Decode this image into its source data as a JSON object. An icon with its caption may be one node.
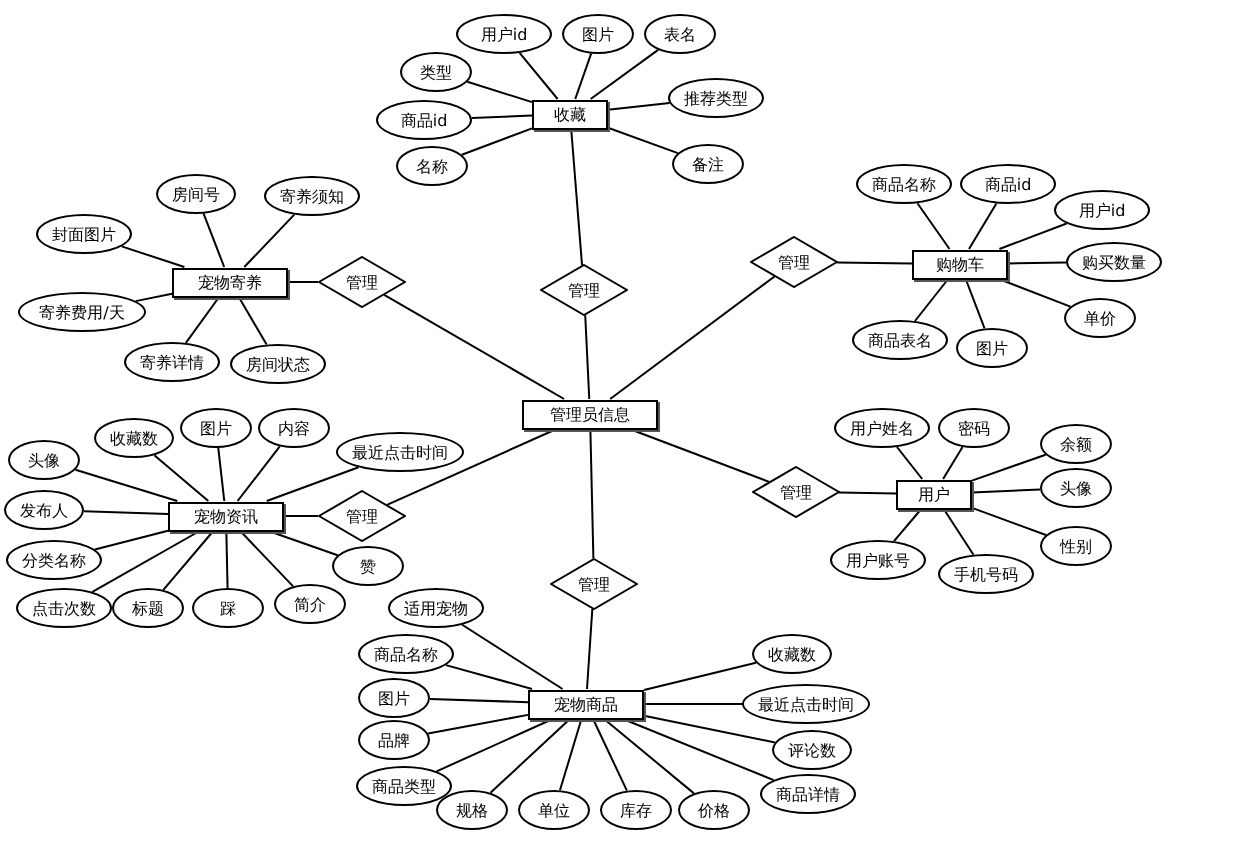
{
  "diagram": {
    "nodes": [
      {
        "text": [
          "管理员信息"
        ]
      },
      {
        "text": [
          "管理"
        ]
      },
      {
        "text": [
          "收藏"
        ]
      },
      {
        "text": [
          "类型"
        ]
      },
      {
        "text": [
          "用户id"
        ]
      },
      {
        "text": [
          "图片"
        ]
      },
      {
        "text": [
          "表名"
        ]
      },
      {
        "text": [
          "商品id"
        ]
      },
      {
        "text": [
          "推荐类型"
        ]
      },
      {
        "text": [
          "名称"
        ]
      },
      {
        "text": [
          "备注"
        ]
      },
      {
        "text": [
          "管理"
        ]
      },
      {
        "text": [
          "购物车"
        ]
      },
      {
        "text": [
          "商品名称"
        ]
      },
      {
        "text": [
          "商品id"
        ]
      },
      {
        "text": [
          "用户id"
        ]
      },
      {
        "text": [
          "购买数量"
        ]
      },
      {
        "text": [
          "单价"
        ]
      },
      {
        "text": [
          "商品表名"
        ]
      },
      {
        "text": [
          "图片"
        ]
      },
      {
        "text": [
          "管理"
        ]
      },
      {
        "text": [
          "宠物寄养"
        ]
      },
      {
        "text": [
          "房间号"
        ]
      },
      {
        "text": [
          "寄养须知"
        ]
      },
      {
        "text": [
          "封面图片"
        ]
      },
      {
        "text": [
          "寄养费用/天"
        ]
      },
      {
        "text": [
          "寄养详情"
        ]
      },
      {
        "text": [
          "房间状态"
        ]
      },
      {
        "text": [
          "管理"
        ]
      },
      {
        "text": [
          "宠物资讯"
        ]
      },
      {
        "text": [
          "头像"
        ]
      },
      {
        "text": [
          "收藏数"
        ]
      },
      {
        "text": [
          "图片"
        ]
      },
      {
        "text": [
          "内容"
        ]
      },
      {
        "text": [
          "最近点击时间"
        ]
      },
      {
        "text": [
          "发布人"
        ]
      },
      {
        "text": [
          "分类名称"
        ]
      },
      {
        "text": [
          "点击次数"
        ]
      },
      {
        "text": [
          "标题"
        ]
      },
      {
        "text": [
          "踩"
        ]
      },
      {
        "text": [
          "简介"
        ]
      },
      {
        "text": [
          "赞"
        ]
      },
      {
        "text": [
          "管理"
        ]
      },
      {
        "text": [
          "用户"
        ]
      },
      {
        "text": [
          "用户姓名"
        ]
      },
      {
        "text": [
          "密码"
        ]
      },
      {
        "text": [
          "余额"
        ]
      },
      {
        "text": [
          "头像"
        ]
      },
      {
        "text": [
          "性别"
        ]
      },
      {
        "text": [
          "用户账号"
        ]
      },
      {
        "text": [
          "手机号码"
        ]
      },
      {
        "text": [
          "管理"
        ]
      },
      {
        "text": [
          "宠物商品"
        ]
      },
      {
        "text": [
          "适用宠物"
        ]
      },
      {
        "text": [
          "商品名称"
        ]
      },
      {
        "text": [
          "图片"
        ]
      },
      {
        "text": [
          "品牌"
        ]
      },
      {
        "text": [
          "商品类型"
        ]
      },
      {
        "text": [
          "规格"
        ]
      },
      {
        "text": [
          "单位"
        ]
      },
      {
        "text": [
          "库存"
        ]
      },
      {
        "text": [
          "价格"
        ]
      },
      {
        "text": [
          "商品详情"
        ]
      },
      {
        "text": [
          "评论数"
        ]
      },
      {
        "text": [
          "最近点击时间"
        ]
      },
      {
        "text": [
          "收藏数"
        ]
      }
    ],
    "edges": [
      {
        "from": 0,
        "to": 1,
        "arrow": "none"
      },
      {
        "from": 1,
        "to": 2,
        "arrow": "none"
      },
      {
        "from": 2,
        "to": 3,
        "arrow": "none"
      },
      {
        "from": 2,
        "to": 4,
        "arrow": "none"
      },
      {
        "from": 2,
        "to": 5,
        "arrow": "none"
      },
      {
        "from": 2,
        "to": 6,
        "arrow": "none"
      },
      {
        "from": 2,
        "to": 7,
        "arrow": "none"
      },
      {
        "from": 2,
        "to": 8,
        "arrow": "none"
      },
      {
        "from": 2,
        "to": 9,
        "arrow": "none"
      },
      {
        "from": 2,
        "to": 10,
        "arrow": "none"
      },
      {
        "from": 0,
        "to": 11,
        "arrow": "none"
      },
      {
        "from": 11,
        "to": 12,
        "arrow": "none"
      },
      {
        "from": 12,
        "to": 13,
        "arrow": "none"
      },
      {
        "from": 12,
        "to": 14,
        "arrow": "none"
      },
      {
        "from": 12,
        "to": 15,
        "arrow": "none"
      },
      {
        "from": 12,
        "to": 16,
        "arrow": "none"
      },
      {
        "from": 12,
        "to": 17,
        "arrow": "none"
      },
      {
        "from": 12,
        "to": 18,
        "arrow": "none"
      },
      {
        "from": 12,
        "to": 19,
        "arrow": "none"
      },
      {
        "from": 0,
        "to": 20,
        "arrow": "none"
      },
      {
        "from": 20,
        "to": 21,
        "arrow": "none"
      },
      {
        "from": 21,
        "to": 22,
        "arrow": "none"
      },
      {
        "from": 21,
        "to": 23,
        "arrow": "none"
      },
      {
        "from": 21,
        "to": 24,
        "arrow": "none"
      },
      {
        "from": 21,
        "to": 25,
        "arrow": "none"
      },
      {
        "from": 21,
        "to": 26,
        "arrow": "none"
      },
      {
        "from": 21,
        "to": 27,
        "arrow": "none"
      },
      {
        "from": 0,
        "to": 28,
        "arrow": "none"
      },
      {
        "from": 28,
        "to": 29,
        "arrow": "none"
      },
      {
        "from": 29,
        "to": 30,
        "arrow": "none"
      },
      {
        "from": 29,
        "to": 31,
        "arrow": "none"
      },
      {
        "from": 29,
        "to": 32,
        "arrow": "none"
      },
      {
        "from": 29,
        "to": 33,
        "arrow": "none"
      },
      {
        "from": 29,
        "to": 34,
        "arrow": "none"
      },
      {
        "from": 29,
        "to": 35,
        "arrow": "none"
      },
      {
        "from": 29,
        "to": 36,
        "arrow": "none"
      },
      {
        "from": 29,
        "to": 37,
        "arrow": "none"
      },
      {
        "from": 29,
        "to": 38,
        "arrow": "none"
      },
      {
        "from": 29,
        "to": 39,
        "arrow": "none"
      },
      {
        "from": 29,
        "to": 40,
        "arrow": "none"
      },
      {
        "from": 29,
        "to": 41,
        "arrow": "none"
      },
      {
        "from": 0,
        "to": 42,
        "arrow": "none"
      },
      {
        "from": 42,
        "to": 43,
        "arrow": "none"
      },
      {
        "from": 43,
        "to": 44,
        "arrow": "none"
      },
      {
        "from": 43,
        "to": 45,
        "arrow": "none"
      },
      {
        "from": 43,
        "to": 46,
        "arrow": "none"
      },
      {
        "from": 43,
        "to": 47,
        "arrow": "none"
      },
      {
        "from": 43,
        "to": 48,
        "arrow": "none"
      },
      {
        "from": 43,
        "to": 49,
        "arrow": "none"
      },
      {
        "from": 43,
        "to": 50,
        "arrow": "none"
      },
      {
        "from": 0,
        "to": 51,
        "arrow": "none"
      },
      {
        "from": 51,
        "to": 52,
        "arrow": "none"
      },
      {
        "from": 52,
        "to": 53,
        "arrow": "none"
      },
      {
        "from": 52,
        "to": 54,
        "arrow": "none"
      },
      {
        "from": 52,
        "to": 55,
        "arrow": "none"
      },
      {
        "from": 52,
        "to": 56,
        "arrow": "none"
      },
      {
        "from": 52,
        "to": 57,
        "arrow": "none"
      },
      {
        "from": 52,
        "to": 58,
        "arrow": "none"
      },
      {
        "from": 52,
        "to": 59,
        "arrow": "none"
      },
      {
        "from": 52,
        "to": 60,
        "arrow": "none"
      },
      {
        "from": 52,
        "to": 61,
        "arrow": "none"
      },
      {
        "from": 52,
        "to": 62,
        "arrow": "none"
      },
      {
        "from": 52,
        "to": 63,
        "arrow": "none"
      },
      {
        "from": 52,
        "to": 64,
        "arrow": "none"
      },
      {
        "from": 52,
        "to": 65,
        "arrow": "none"
      }
    ]
  }
}
